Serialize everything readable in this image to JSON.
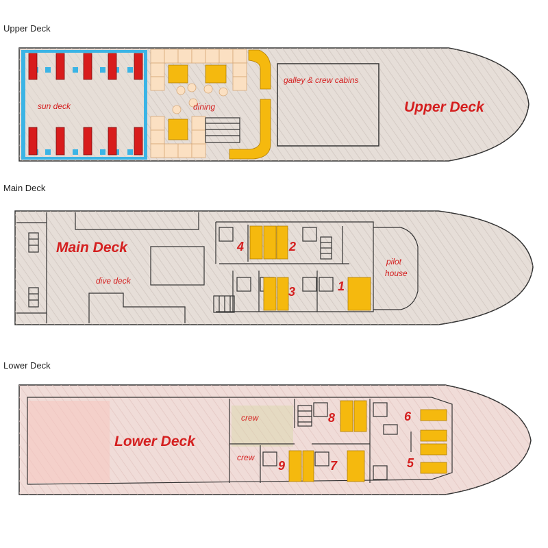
{
  "sections": {
    "upper": "Upper Deck",
    "main": "Main Deck",
    "lower": "Lower Deck"
  },
  "upper_deck": {
    "title": "Upper Deck",
    "areas": {
      "sun_deck": "sun deck",
      "dining": "dining",
      "galley": "galley & crew cabins"
    }
  },
  "main_deck": {
    "title": "Main Deck",
    "areas": {
      "dive_deck": "dive deck",
      "pilot_1": "pilot",
      "pilot_2": "house"
    },
    "cabins": [
      "4",
      "2",
      "3",
      "1"
    ]
  },
  "lower_deck": {
    "title": "Lower Deck",
    "areas": {
      "crew_1": "crew",
      "crew_2": "crew"
    },
    "cabins": [
      "8",
      "6",
      "9",
      "7",
      "5"
    ]
  },
  "colors": {
    "hull_fill": "#e6ded8",
    "lower_hull_fill": "#f0dcd8",
    "label_red": "#d41f1f",
    "cabin_yellow": "#f5b90e",
    "sunbed_red": "#d81c1c",
    "rail_blue": "#3bb4e5",
    "table_cream": "#fbe0c2"
  }
}
